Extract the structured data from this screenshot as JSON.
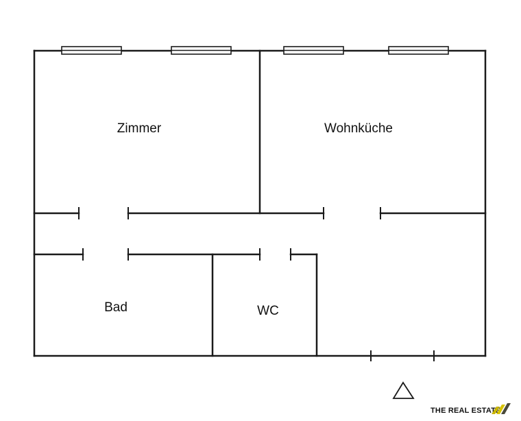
{
  "rooms": {
    "zimmer": "Zimmer",
    "wohnkueche": "Wohnküche",
    "bad": "Bad",
    "wc": "WC"
  },
  "branding": {
    "text": "THE REAL ESTATE",
    "accent_color": "#c8b400"
  },
  "icons": {
    "north": "triangle-icon"
  },
  "colors": {
    "line": "#1a1a1a",
    "background": "#ffffff"
  }
}
